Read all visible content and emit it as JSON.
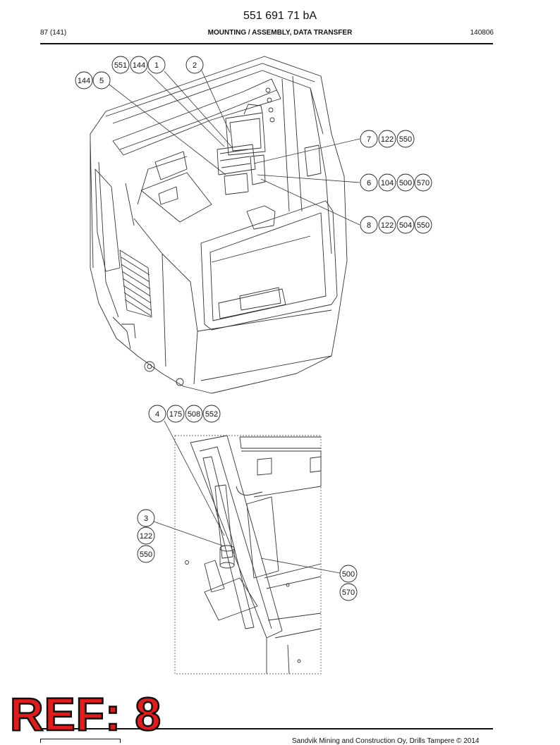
{
  "header": {
    "document_number": "551 691 71 bA",
    "page": "87 (141)",
    "title": "MOUNTING / ASSEMBLY, DATA TRANSFER",
    "date_code": "140806"
  },
  "callouts": {
    "c551": "551",
    "c144a": "144",
    "c1": "1",
    "c2": "2",
    "c144b": "144",
    "c5": "5",
    "c7": "7",
    "c122a": "122",
    "c550a": "550",
    "c6": "6",
    "c104": "104",
    "c500a": "500",
    "c570a": "570",
    "c8": "8",
    "c122b": "122",
    "c504": "504",
    "c550b": "550",
    "c4": "4",
    "c175": "175",
    "c508": "508",
    "c552": "552",
    "c3": "3",
    "c122c": "122",
    "c550c": "550",
    "c500b": "500",
    "c570b": "570"
  },
  "stamp": {
    "text": "REF: 8",
    "color": "#e31b1b"
  },
  "footer": {
    "copyright": "Sandvik Mining and Construction Oy, Drills Tampere © 2014"
  }
}
